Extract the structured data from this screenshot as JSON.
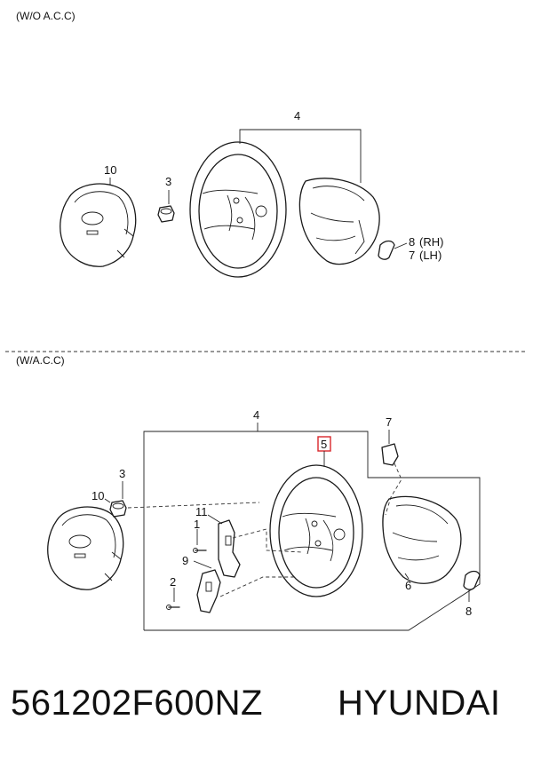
{
  "sections": [
    {
      "label": "(W/O A.C.C)",
      "callouts": [
        {
          "id": "s1-4",
          "text": "4"
        },
        {
          "id": "s1-10",
          "text": "10"
        },
        {
          "id": "s1-3",
          "text": "3"
        },
        {
          "id": "s1-8",
          "text": "8"
        },
        {
          "id": "s1-7",
          "text": "7"
        },
        {
          "id": "s1-rh",
          "text": "(RH)"
        },
        {
          "id": "s1-lh",
          "text": "(LH)"
        }
      ]
    },
    {
      "label": "(W/A.C.C)",
      "callouts": [
        {
          "id": "s2-4",
          "text": "4"
        },
        {
          "id": "s2-5",
          "text": "5"
        },
        {
          "id": "s2-7",
          "text": "7"
        },
        {
          "id": "s2-3",
          "text": "3"
        },
        {
          "id": "s2-10",
          "text": "10"
        },
        {
          "id": "s2-11",
          "text": "11"
        },
        {
          "id": "s2-1",
          "text": "1"
        },
        {
          "id": "s2-9",
          "text": "9"
        },
        {
          "id": "s2-2",
          "text": "2"
        },
        {
          "id": "s2-6",
          "text": "6"
        },
        {
          "id": "s2-8",
          "text": "8"
        }
      ]
    }
  ],
  "highlight_color": "#d9262b",
  "footer": {
    "part_number": "561202F600NZ",
    "brand": "HYUNDAI"
  }
}
